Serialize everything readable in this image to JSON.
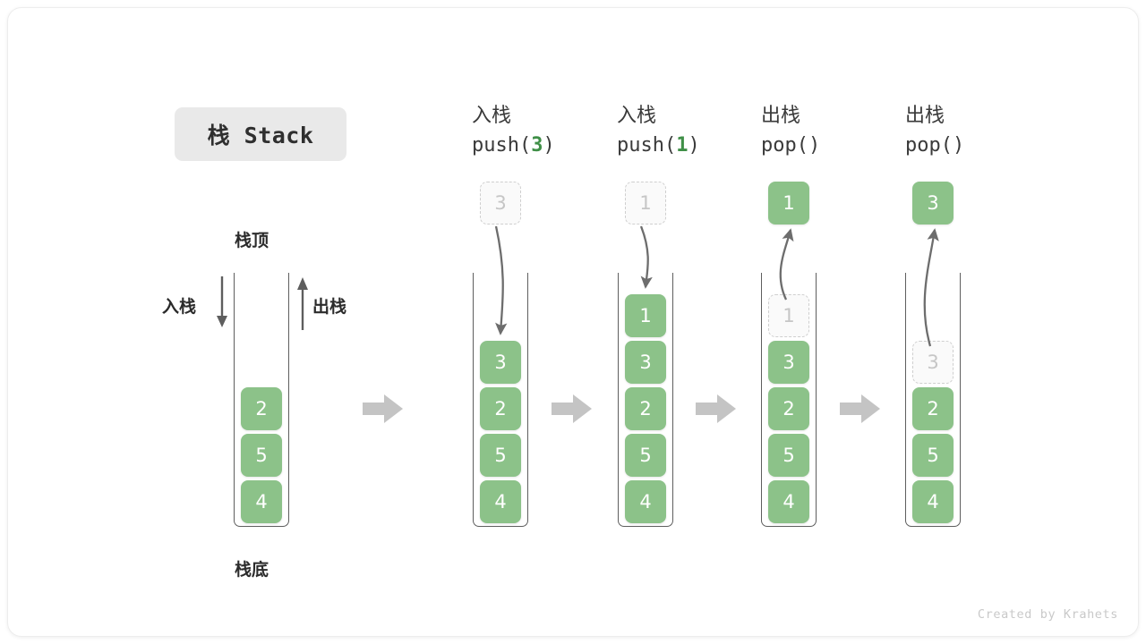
{
  "title": {
    "text": "栈 Stack"
  },
  "left_diagram": {
    "top_label": "栈顶",
    "bottom_label": "栈底",
    "push_label": "入栈",
    "pop_label": "出栈",
    "stack_values": [
      "2",
      "5",
      "4"
    ]
  },
  "separator_arrow_icon": "right-arrow-icon",
  "steps": [
    {
      "id": "push-3",
      "cn_label": "入栈",
      "op_prefix": "push(",
      "op_arg": "3",
      "op_suffix": ")",
      "floating_value": "3",
      "floating_kind": "ghost",
      "arrow_direction": "down",
      "stack_values": [
        "3",
        "2",
        "5",
        "4"
      ],
      "ghost_in_stack": null
    },
    {
      "id": "push-1",
      "cn_label": "入栈",
      "op_prefix": "push(",
      "op_arg": "1",
      "op_suffix": ")",
      "floating_value": "1",
      "floating_kind": "ghost",
      "arrow_direction": "down",
      "stack_values": [
        "1",
        "3",
        "2",
        "5",
        "4"
      ],
      "ghost_in_stack": null
    },
    {
      "id": "pop-1",
      "cn_label": "出栈",
      "op_prefix": "pop(",
      "op_arg": "",
      "op_suffix": ")",
      "floating_value": "1",
      "floating_kind": "filled",
      "arrow_direction": "up",
      "stack_values": [
        "3",
        "2",
        "5",
        "4"
      ],
      "ghost_in_stack": "1"
    },
    {
      "id": "pop-3",
      "cn_label": "出栈",
      "op_prefix": "pop(",
      "op_arg": "",
      "op_suffix": ")",
      "floating_value": "3",
      "floating_kind": "filled",
      "arrow_direction": "up",
      "stack_values": [
        "2",
        "5",
        "4"
      ],
      "ghost_in_stack": "3"
    }
  ],
  "colors": {
    "cell_green": "#8cc289",
    "arg_green": "#3f8f47",
    "pill_gray": "#e9e9e9",
    "sep_arrow_gray": "#c4c4c4",
    "stroke_gray": "#5e5e5e",
    "ghost_border": "#cfcfcf"
  },
  "footer": {
    "credit": "Created by Krahets"
  }
}
